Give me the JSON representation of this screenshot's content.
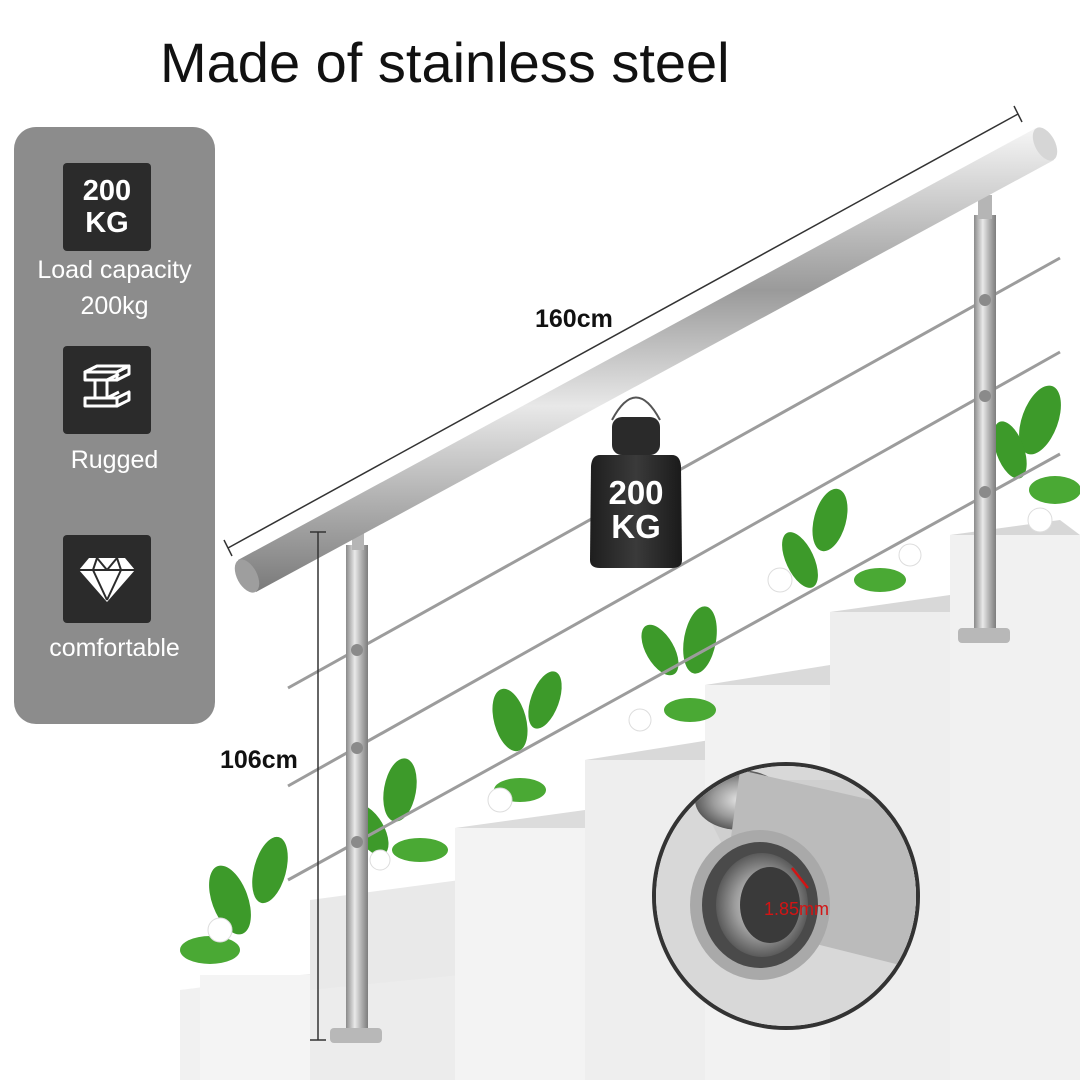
{
  "title": "Made of stainless steel",
  "features": [
    {
      "icon": "weight-badge-icon",
      "badge_text": "200\nKG",
      "label": "Load capacity\n200kg"
    },
    {
      "icon": "steel-beam-icon",
      "label": "Rugged"
    },
    {
      "icon": "diamond-icon",
      "label": "comfortable"
    }
  ],
  "dimensions": {
    "length": "160cm",
    "height": "106cm",
    "wall_thickness": "1.85mm"
  },
  "weight_label": "200\nKG",
  "colors": {
    "panel": "#8c8c8c",
    "icon_box": "#2b2b2b",
    "steel": "#bdbdbd",
    "leaf": "#3a8f25",
    "stair": "#eeeeee",
    "accent_red": "#d31414"
  }
}
